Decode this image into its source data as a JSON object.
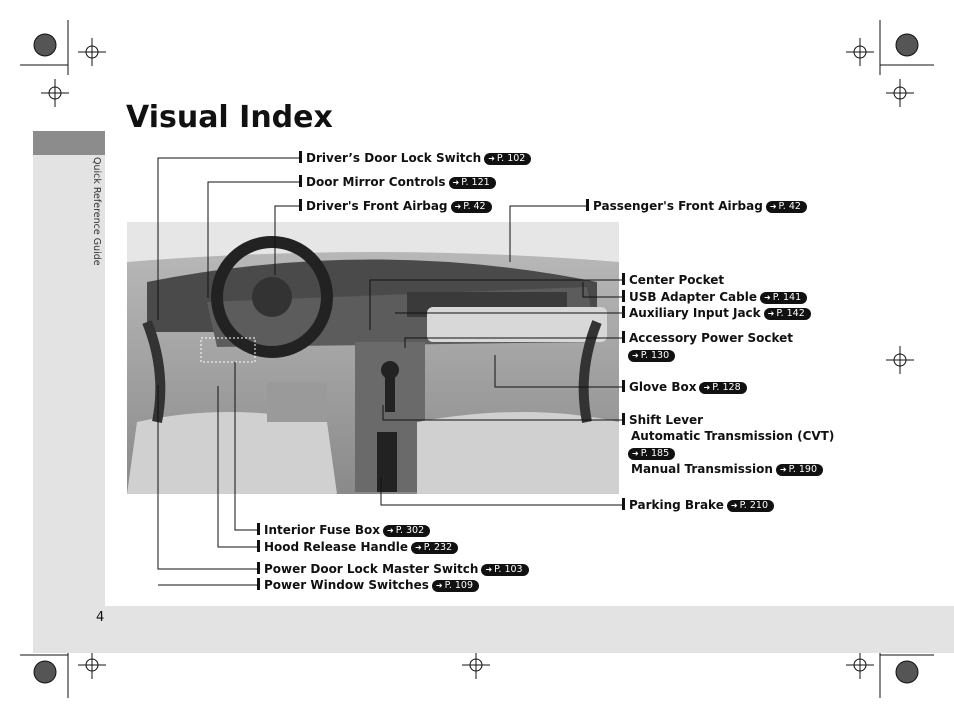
{
  "page": {
    "title": "Visual Index",
    "section_tab": "Quick Reference Guide",
    "page_number": "4"
  },
  "callouts": {
    "drivers_door_lock_switch": {
      "label": "Driver’s Door Lock Switch",
      "ref": "P. 102"
    },
    "door_mirror_controls": {
      "label": "Door Mirror Controls",
      "ref": "P. 121"
    },
    "drivers_front_airbag": {
      "label": "Driver's Front Airbag",
      "ref": "P. 42"
    },
    "passengers_front_airbag": {
      "label": "Passenger's Front Airbag",
      "ref": "P. 42"
    },
    "center_pocket": {
      "label": "Center Pocket"
    },
    "usb_adapter_cable": {
      "label": "USB Adapter Cable",
      "ref": "P. 141"
    },
    "auxiliary_input_jack": {
      "label": "Auxiliary Input Jack",
      "ref": "P. 142"
    },
    "accessory_power_socket": {
      "label": "Accessory Power Socket",
      "ref": "P. 130"
    },
    "glove_box": {
      "label": "Glove Box",
      "ref": "P. 128"
    },
    "shift_lever": {
      "label": "Shift Lever",
      "automatic": "Automatic Transmission (CVT)",
      "automatic_ref": "P. 185",
      "manual": "Manual Transmission",
      "manual_ref": "P. 190"
    },
    "parking_brake": {
      "label": "Parking Brake",
      "ref": "P. 210"
    },
    "interior_fuse_box": {
      "label": "Interior Fuse Box",
      "ref": "P. 302"
    },
    "hood_release_handle": {
      "label": "Hood Release Handle",
      "ref": "P. 232"
    },
    "power_door_lock_master_switch": {
      "label": "Power Door Lock Master Switch",
      "ref": "P. 103"
    },
    "power_window_switches": {
      "label": "Power Window Switches",
      "ref": "P. 109"
    }
  },
  "icons": {
    "reference": "arrow-ref-icon",
    "registration": "crosshair-icon"
  }
}
